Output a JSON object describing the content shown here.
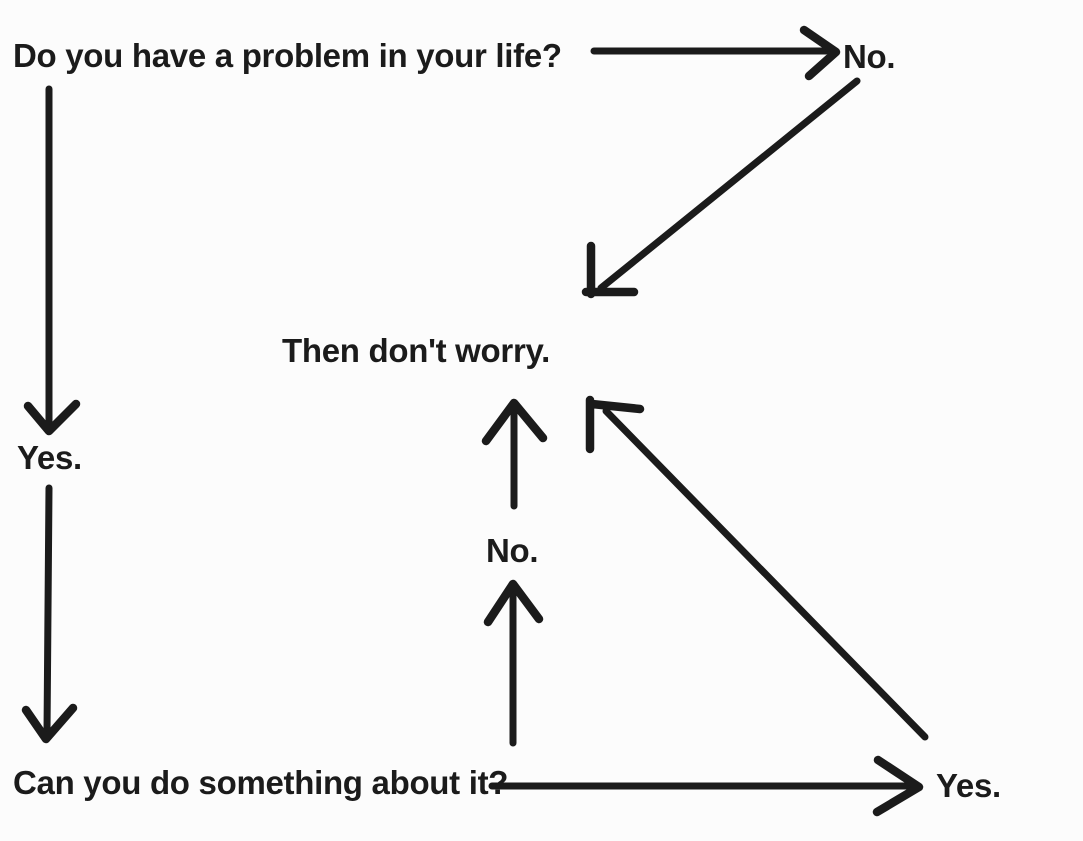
{
  "diagram": {
    "type": "flowchart",
    "background_color": "#fcfcfc",
    "ink_color": "#1b1b1b",
    "nodes": {
      "question_1": "Do you have a problem in your life?",
      "no_top": "No.",
      "then_dont_worry": "Then don't worry.",
      "yes_left": "Yes.",
      "no_middle": "No.",
      "question_2": "Can you do something about it?",
      "yes_bottom": "Yes."
    },
    "edges": [
      {
        "from": "question_1",
        "to": "no_top",
        "direction": "right"
      },
      {
        "from": "no_top",
        "to": "then_dont_worry",
        "direction": "down-left"
      },
      {
        "from": "question_1",
        "to": "yes_left",
        "direction": "down"
      },
      {
        "from": "yes_left",
        "to": "question_2",
        "direction": "down"
      },
      {
        "from": "question_2",
        "to": "no_middle",
        "direction": "up"
      },
      {
        "from": "no_middle",
        "to": "then_dont_worry",
        "direction": "up"
      },
      {
        "from": "question_2",
        "to": "yes_bottom",
        "direction": "right"
      },
      {
        "from": "yes_bottom",
        "to": "then_dont_worry",
        "direction": "up-left"
      }
    ]
  }
}
